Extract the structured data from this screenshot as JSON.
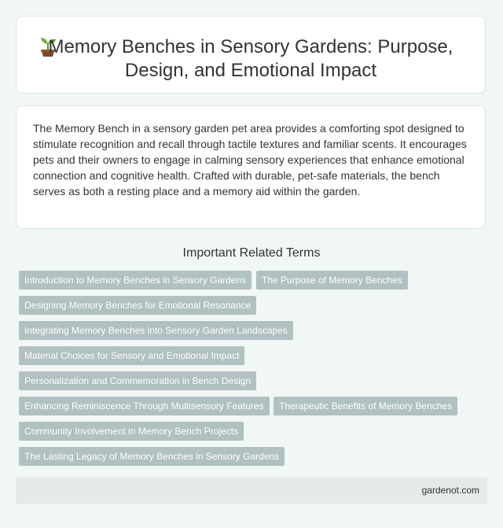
{
  "header": {
    "icon": "sprout-icon",
    "title_line1": "Memory Benches in Sensory Gardens: Purpose,",
    "title_line2": "Design, and Emotional Impact"
  },
  "intro": {
    "text": "The Memory Bench in a sensory garden pet area provides a comforting spot designed to stimulate recognition and recall through tactile textures and familiar scents. It encourages pets and their owners to engage in calming sensory experiences that enhance emotional connection and cognitive health. Crafted with durable, pet-safe materials, the bench serves as both a resting place and a memory aid within the garden."
  },
  "related": {
    "heading": "Important Related Terms",
    "terms": [
      "Introduction to Memory Benches in Sensory Gardens",
      "The Purpose of Memory Benches",
      "Designing Memory Benches for Emotional Resonance",
      "Integrating Memory Benches into Sensory Garden Landscapes",
      "Material Choices for Sensory and Emotional Impact",
      "Personalization and Commemoration in Bench Design",
      "Enhancing Reminiscence Through Multisensory Features",
      "Therapeutic Benefits of Memory Benches",
      "Community Involvement in Memory Bench Projects",
      "The Lasting Legacy of Memory Benches in Sensory Gardens"
    ]
  },
  "footer": {
    "site": "gardenot.com"
  },
  "colors": {
    "background": "#f1f7f5",
    "tag": "#b1c0c0",
    "footer": "#e4eae8"
  }
}
